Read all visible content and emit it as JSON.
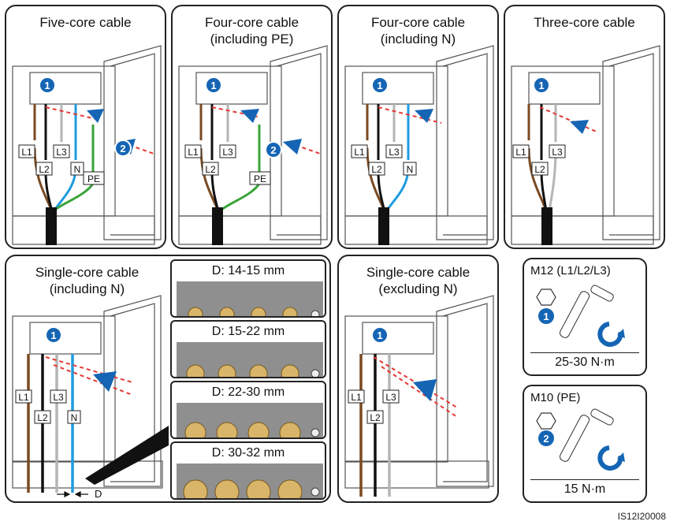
{
  "panels": {
    "five_core": {
      "title_line1": "Five-core cable",
      "title_line2": ""
    },
    "four_core_pe": {
      "title_line1": "Four-core cable",
      "title_line2": "(including PE)"
    },
    "four_core_n": {
      "title_line1": "Four-core cable",
      "title_line2": "(including N)"
    },
    "three_core": {
      "title_line1": "Three-core cable",
      "title_line2": ""
    },
    "single_core_n": {
      "title_line1": "Single-core cable",
      "title_line2": "(including N)"
    },
    "single_core_no_n": {
      "title_line1": "Single-core cable",
      "title_line2": "(excluding N)"
    }
  },
  "labels": {
    "l1": "L1",
    "l2": "L2",
    "l3": "L3",
    "n": "N",
    "pe": "PE",
    "d": "D",
    "step1": "1",
    "step2": "2"
  },
  "glands": [
    {
      "label": "D: 14-15 mm"
    },
    {
      "label": "D: 15-22 mm"
    },
    {
      "label": "D: 22-30 mm"
    },
    {
      "label": "D: 30-32 mm"
    }
  ],
  "tools": [
    {
      "title": "M12 (L1/L2/L3)",
      "step": "1",
      "torque": "25-30 N·m",
      "icon": "hex-nut-icon"
    },
    {
      "title": "M10 (PE)",
      "step": "2",
      "torque": "15 N·m",
      "icon": "hex-nut-icon"
    }
  ],
  "footer": {
    "code": "IS12I20008"
  },
  "colors": {
    "l1": "#7b4a21",
    "l2": "#111111",
    "l3": "#b5b5b5",
    "n": "#1e9be0",
    "pe": "#3aa33a",
    "arrow": "#1565b4",
    "dash": "#e53935"
  }
}
